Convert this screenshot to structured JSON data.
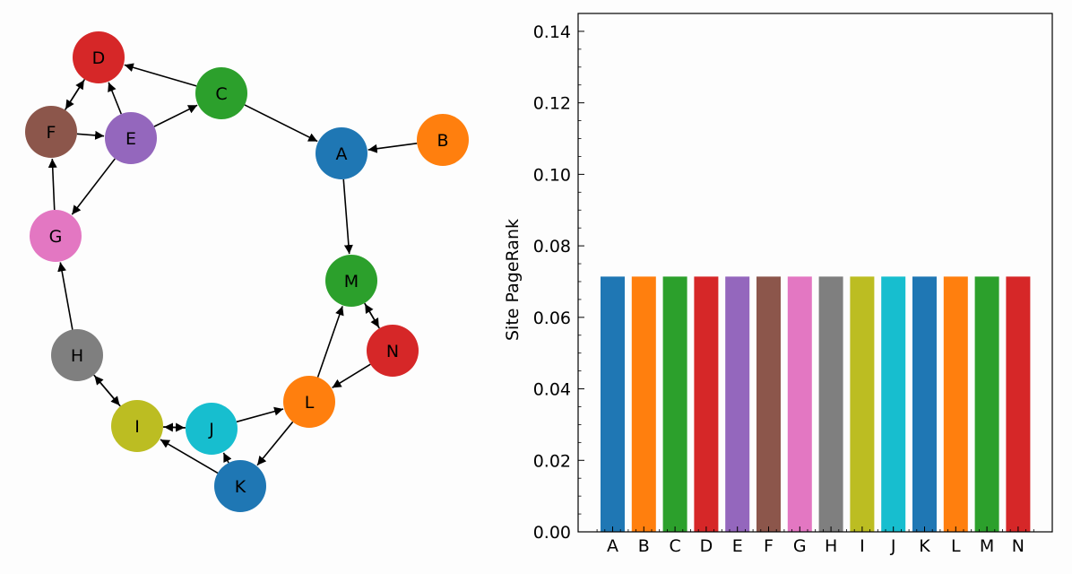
{
  "graph": {
    "nodes": [
      {
        "id": "A",
        "color": "#1f77b4"
      },
      {
        "id": "B",
        "color": "#ff7f0e"
      },
      {
        "id": "C",
        "color": "#2ca02c"
      },
      {
        "id": "D",
        "color": "#d62728"
      },
      {
        "id": "E",
        "color": "#9467bd"
      },
      {
        "id": "F",
        "color": "#8c564b"
      },
      {
        "id": "G",
        "color": "#e377c2"
      },
      {
        "id": "H",
        "color": "#7f7f7f"
      },
      {
        "id": "I",
        "color": "#bcbd22"
      },
      {
        "id": "J",
        "color": "#17becf"
      },
      {
        "id": "K",
        "color": "#1f77b4"
      },
      {
        "id": "L",
        "color": "#ff7f0e"
      },
      {
        "id": "M",
        "color": "#2ca02c"
      },
      {
        "id": "N",
        "color": "#d62728"
      }
    ],
    "edges": [
      [
        "B",
        "A"
      ],
      [
        "C",
        "A"
      ],
      [
        "A",
        "M"
      ],
      [
        "C",
        "D"
      ],
      [
        "E",
        "C"
      ],
      [
        "E",
        "D"
      ],
      [
        "F",
        "D"
      ],
      [
        "D",
        "F"
      ],
      [
        "F",
        "E"
      ],
      [
        "E",
        "G"
      ],
      [
        "G",
        "F"
      ],
      [
        "H",
        "G"
      ],
      [
        "H",
        "I"
      ],
      [
        "I",
        "H"
      ],
      [
        "I",
        "J"
      ],
      [
        "J",
        "I"
      ],
      [
        "K",
        "I"
      ],
      [
        "K",
        "J"
      ],
      [
        "J",
        "L"
      ],
      [
        "L",
        "K"
      ],
      [
        "L",
        "M"
      ],
      [
        "M",
        "N"
      ],
      [
        "N",
        "M"
      ],
      [
        "N",
        "L"
      ]
    ]
  },
  "chart_data": {
    "type": "bar",
    "categories": [
      "A",
      "B",
      "C",
      "D",
      "E",
      "F",
      "G",
      "H",
      "I",
      "J",
      "K",
      "L",
      "M",
      "N"
    ],
    "values": [
      0.0714,
      0.0714,
      0.0714,
      0.0714,
      0.0714,
      0.0714,
      0.0714,
      0.0714,
      0.0714,
      0.0714,
      0.0714,
      0.0714,
      0.0714,
      0.0714
    ],
    "colors": [
      "#1f77b4",
      "#ff7f0e",
      "#2ca02c",
      "#d62728",
      "#9467bd",
      "#8c564b",
      "#e377c2",
      "#7f7f7f",
      "#bcbd22",
      "#17becf",
      "#1f77b4",
      "#ff7f0e",
      "#2ca02c",
      "#d62728"
    ],
    "xlabel": "",
    "ylabel": "Site PageRank",
    "ylim": [
      0,
      0.145
    ],
    "yticks": [
      0.0,
      0.02,
      0.04,
      0.06,
      0.08,
      0.1,
      0.12,
      0.14
    ],
    "ytick_labels": [
      "0.00",
      "0.02",
      "0.04",
      "0.06",
      "0.08",
      "0.10",
      "0.12",
      "0.14"
    ],
    "grid": false
  }
}
